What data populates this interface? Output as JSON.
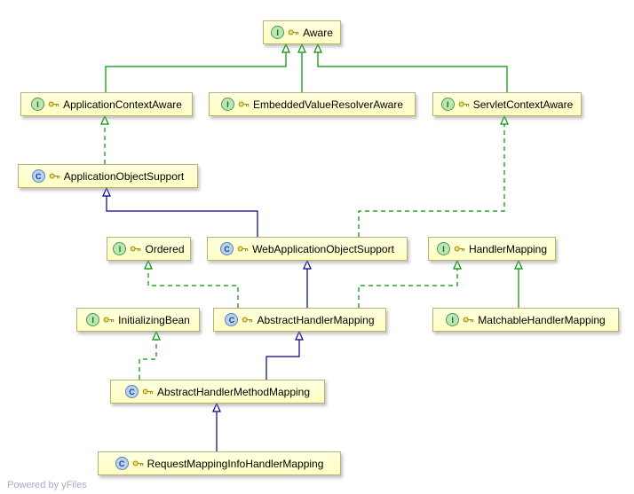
{
  "diagram": {
    "powered_by": "Powered by yFiles",
    "colors": {
      "node_fill": "#FFFFCC",
      "node_border": "#B9B170",
      "interface_edge_color": "#009100",
      "class_edge_color": "#00008B"
    },
    "nodes": [
      {
        "id": "aware",
        "label": "Aware",
        "type": "interface",
        "icon": "I"
      },
      {
        "id": "application-context-aware",
        "label": "ApplicationContextAware",
        "type": "interface",
        "icon": "I"
      },
      {
        "id": "embedded-value-resolver-aware",
        "label": "EmbeddedValueResolverAware",
        "type": "interface",
        "icon": "I"
      },
      {
        "id": "servlet-context-aware",
        "label": "ServletContextAware",
        "type": "interface",
        "icon": "I"
      },
      {
        "id": "application-object-support",
        "label": "ApplicationObjectSupport",
        "type": "class",
        "icon": "C"
      },
      {
        "id": "ordered",
        "label": "Ordered",
        "type": "interface",
        "icon": "I"
      },
      {
        "id": "web-application-object-support",
        "label": "WebApplicationObjectSupport",
        "type": "class",
        "icon": "C"
      },
      {
        "id": "handler-mapping",
        "label": "HandlerMapping",
        "type": "interface",
        "icon": "I"
      },
      {
        "id": "initializing-bean",
        "label": "InitializingBean",
        "type": "interface",
        "icon": "I"
      },
      {
        "id": "abstract-handler-mapping",
        "label": "AbstractHandlerMapping",
        "type": "class",
        "icon": "C"
      },
      {
        "id": "matchable-handler-mapping",
        "label": "MatchableHandlerMapping",
        "type": "interface",
        "icon": "I"
      },
      {
        "id": "abstract-handler-method-mapping",
        "label": "AbstractHandlerMethodMapping",
        "type": "class",
        "icon": "C"
      },
      {
        "id": "request-mapping-info-handler-mapping",
        "label": "RequestMappingInfoHandlerMapping",
        "type": "class",
        "icon": "C"
      }
    ],
    "edges": [
      {
        "from": "ApplicationContextAware",
        "to": "Aware",
        "relation": "extends",
        "style": "solid-green"
      },
      {
        "from": "EmbeddedValueResolverAware",
        "to": "Aware",
        "relation": "extends",
        "style": "solid-green"
      },
      {
        "from": "ServletContextAware",
        "to": "Aware",
        "relation": "extends",
        "style": "solid-green"
      },
      {
        "from": "ApplicationObjectSupport",
        "to": "ApplicationContextAware",
        "relation": "implements",
        "style": "dashed-green"
      },
      {
        "from": "WebApplicationObjectSupport",
        "to": "ServletContextAware",
        "relation": "implements",
        "style": "dashed-green"
      },
      {
        "from": "WebApplicationObjectSupport",
        "to": "ApplicationObjectSupport",
        "relation": "extends",
        "style": "solid-navy"
      },
      {
        "from": "AbstractHandlerMapping",
        "to": "WebApplicationObjectSupport",
        "relation": "extends",
        "style": "solid-navy"
      },
      {
        "from": "AbstractHandlerMapping",
        "to": "Ordered",
        "relation": "implements",
        "style": "dashed-green"
      },
      {
        "from": "AbstractHandlerMapping",
        "to": "HandlerMapping",
        "relation": "implements",
        "style": "dashed-green"
      },
      {
        "from": "MatchableHandlerMapping",
        "to": "HandlerMapping",
        "relation": "extends",
        "style": "solid-green"
      },
      {
        "from": "AbstractHandlerMethodMapping",
        "to": "AbstractHandlerMapping",
        "relation": "extends",
        "style": "solid-navy"
      },
      {
        "from": "AbstractHandlerMethodMapping",
        "to": "InitializingBean",
        "relation": "implements",
        "style": "dashed-green"
      },
      {
        "from": "RequestMappingInfoHandlerMapping",
        "to": "AbstractHandlerMethodMapping",
        "relation": "extends",
        "style": "solid-navy"
      }
    ]
  }
}
